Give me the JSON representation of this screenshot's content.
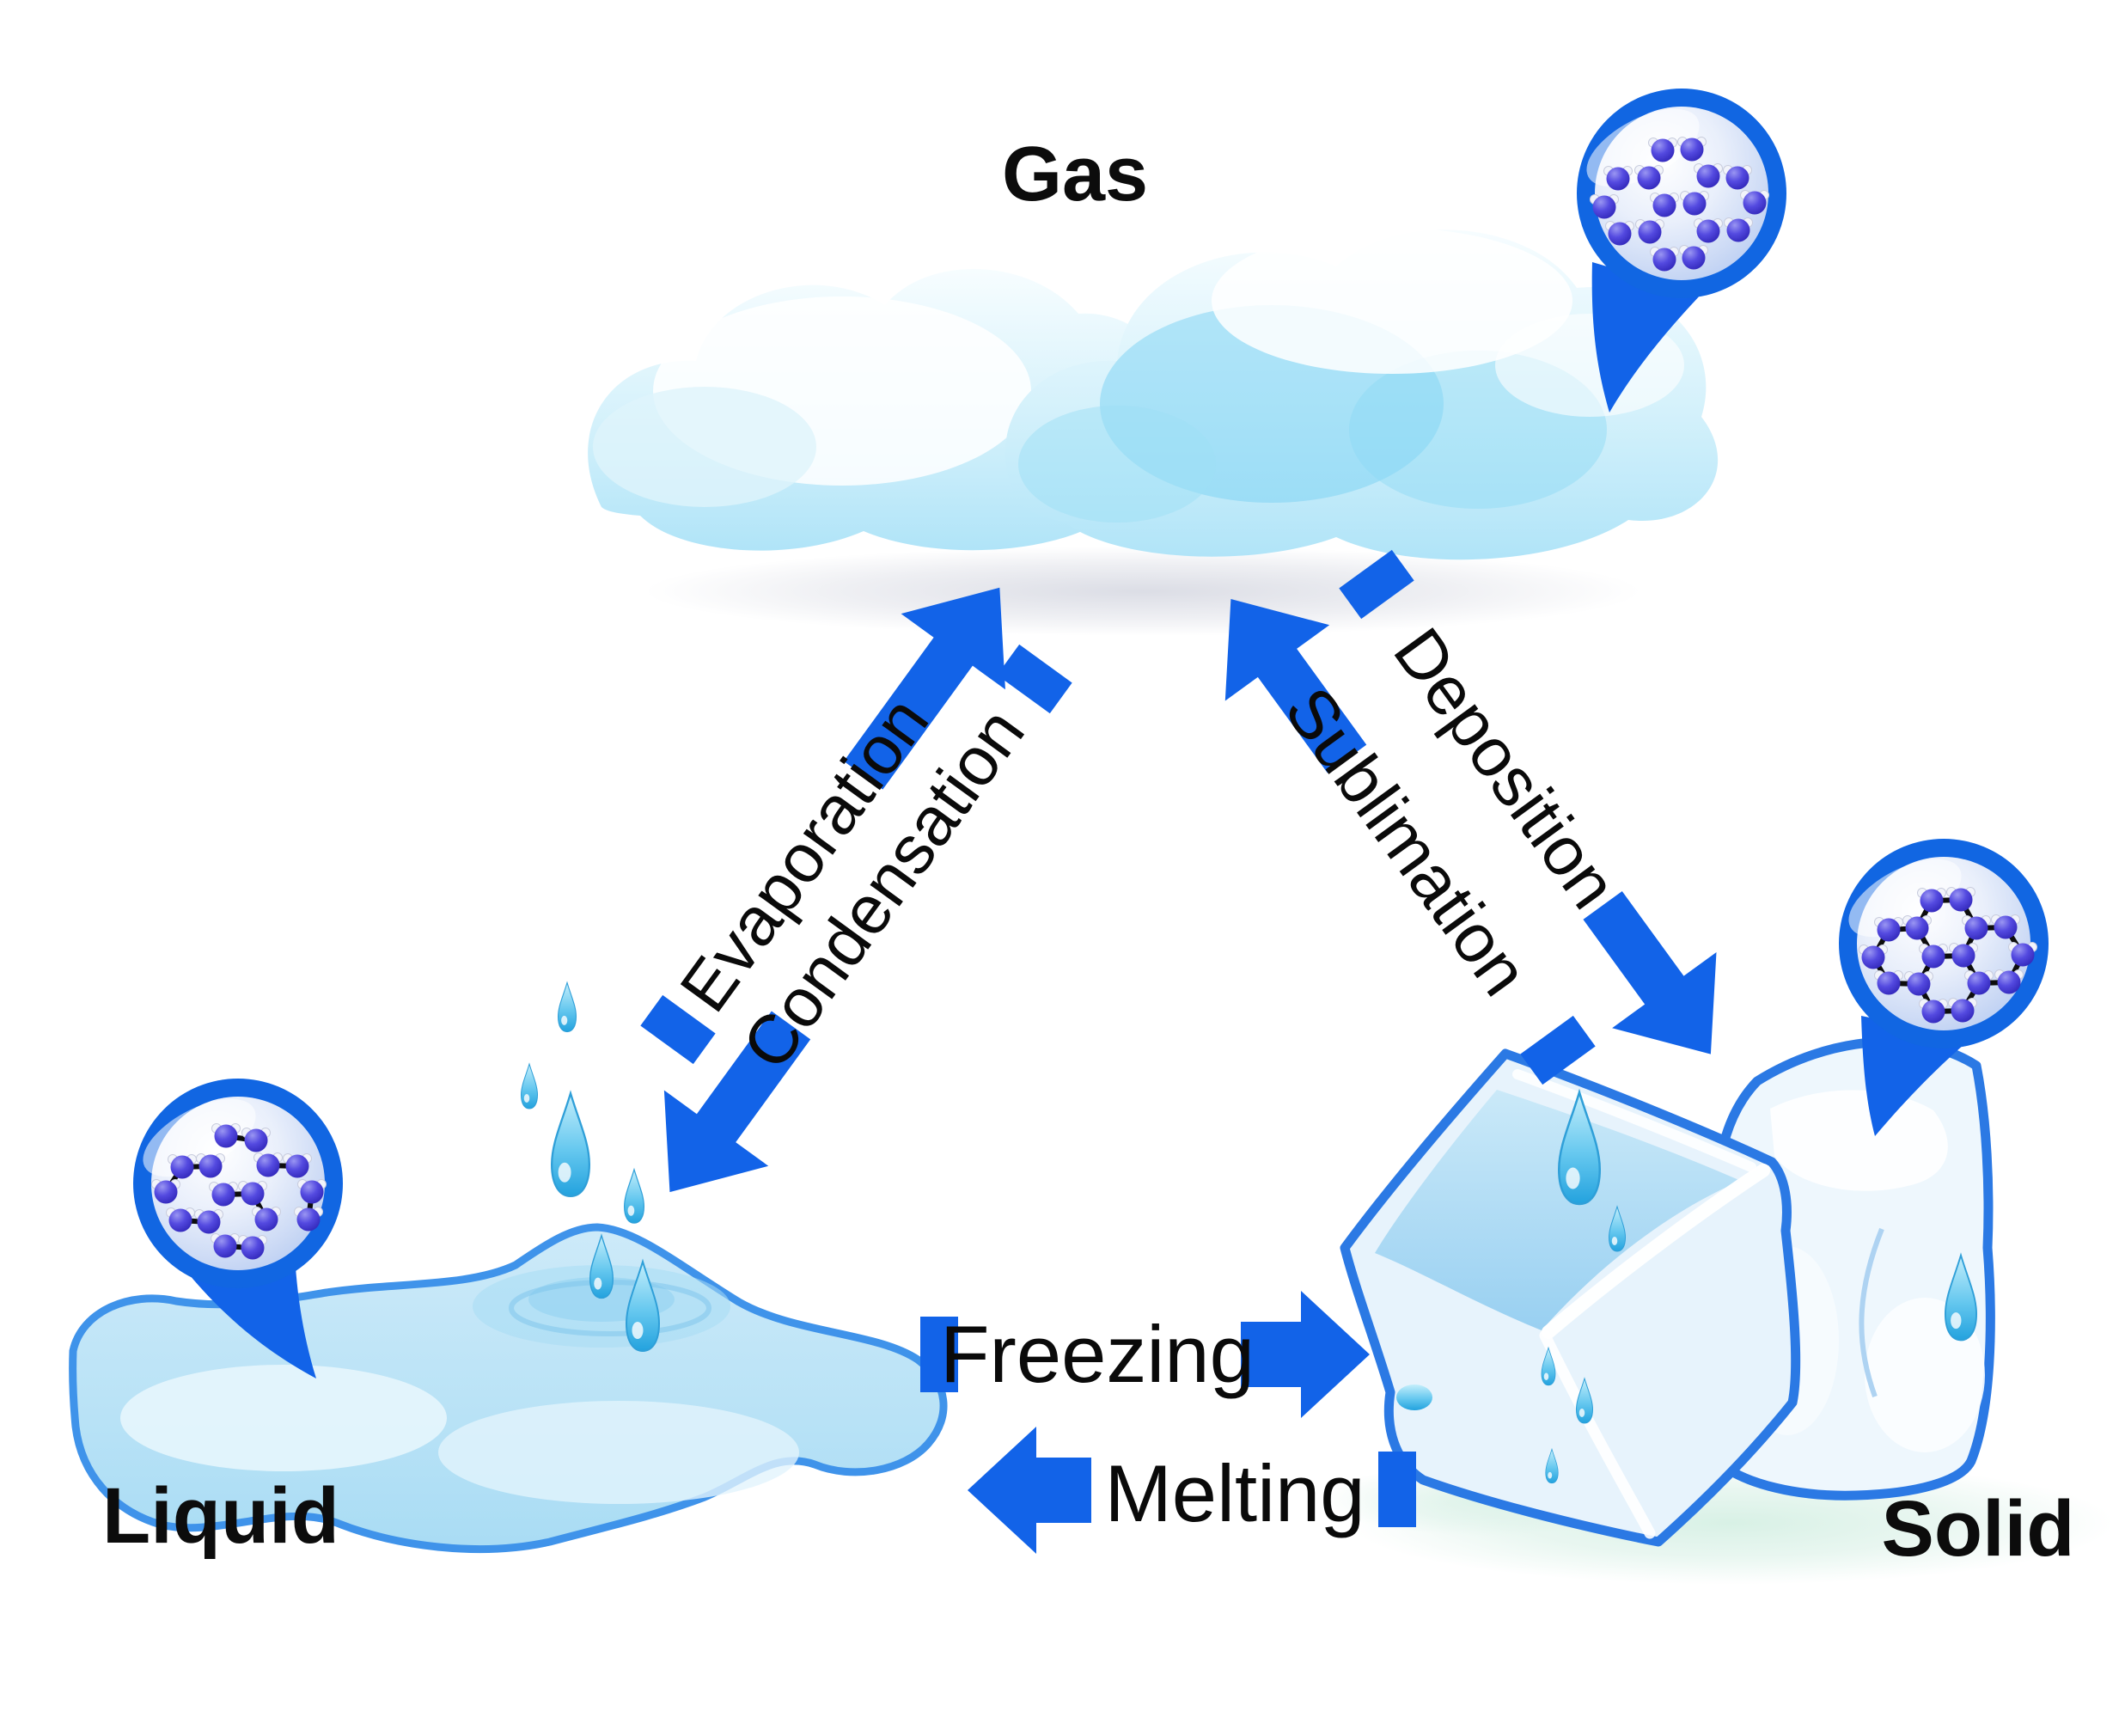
{
  "diagram": {
    "subject": "states of matter of water and phase changes",
    "background": "#ffffff"
  },
  "states": {
    "gas": {
      "label": "Gas"
    },
    "liquid": {
      "label": "Liquid"
    },
    "solid": {
      "label": "Solid"
    }
  },
  "transitions": {
    "evaporation": {
      "label": "Evaporation"
    },
    "condensation": {
      "label": "Condensation"
    },
    "sublimation": {
      "label": "Sublimation"
    },
    "deposition": {
      "label": "Deposition"
    },
    "freezing": {
      "label": "Freezing"
    },
    "melting": {
      "label": "Melting"
    }
  },
  "icons": {
    "gas_pin": "gas-molecules-magnifier-pin",
    "liquid_pin": "liquid-molecules-magnifier-pin",
    "solid_pin": "solid-molecule-lattice-magnifier-pin",
    "molecule": "water-molecule-icon"
  },
  "colors": {
    "arrow_blue": "#1263e8",
    "pin_blue": "#1166e2",
    "cloud_blue": "#b0e4f8",
    "puddle_outline": "#3f93ea",
    "ice_outline": "#2b79e4",
    "molecule_blue": "#544ae0",
    "ice_shadow_mint": "#d6f0e4",
    "label_text": "#0c0c0c"
  }
}
